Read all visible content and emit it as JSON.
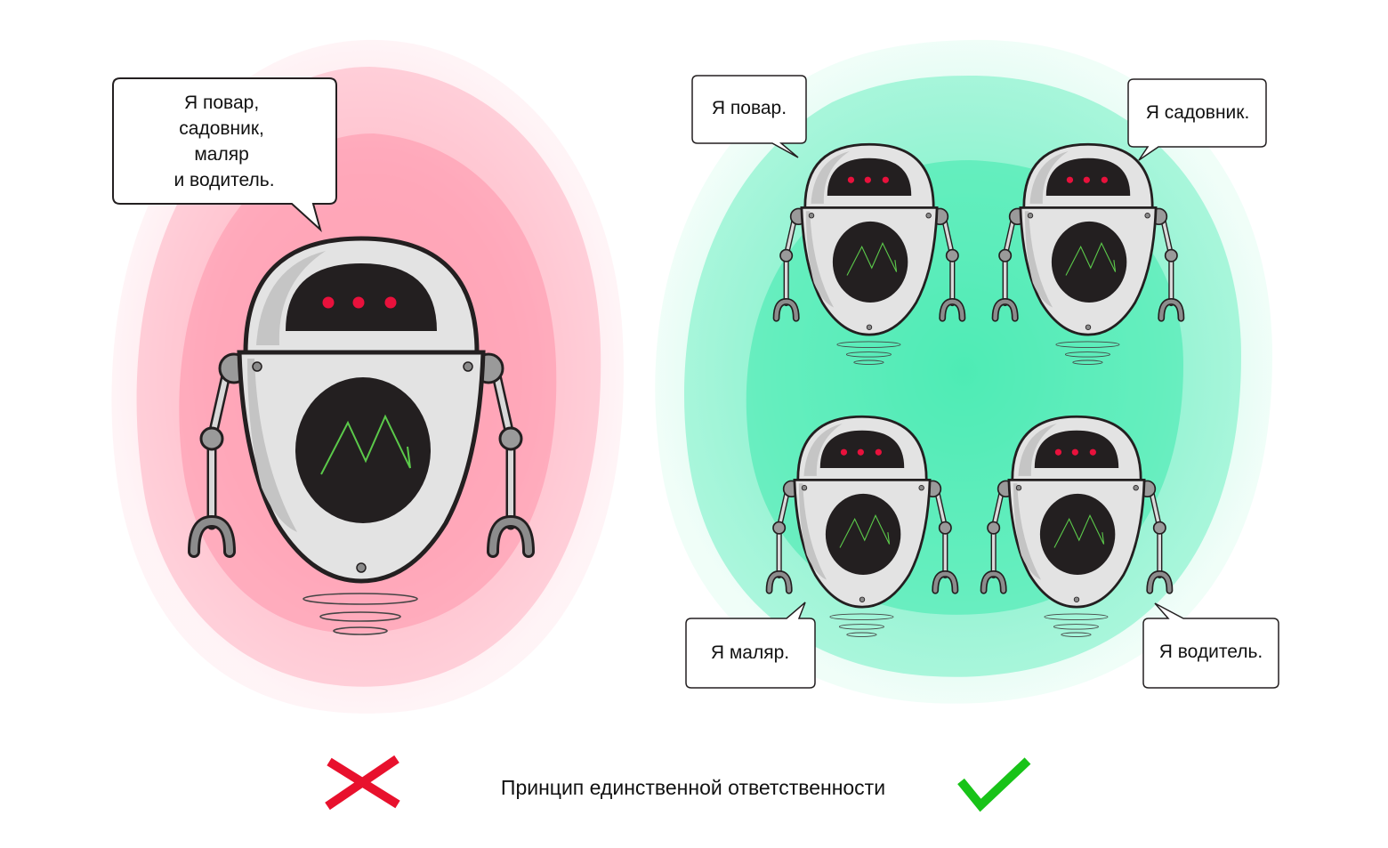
{
  "caption": "Принцип единственной ответственности",
  "colors": {
    "bad_bg": "#ff8fa5",
    "good_bg": "#2ee8a8",
    "cross": "#e8112d",
    "check": "#18c318",
    "robot_body": "#e0e0e0",
    "robot_dark": "#231f20",
    "eye": "#e8113c",
    "wave": "#5bc94a"
  },
  "bad": {
    "icon": "cross-icon",
    "bubble_lines": [
      "Я повар,",
      "садовник,",
      "маляр",
      "и водитель."
    ]
  },
  "good": {
    "icon": "check-icon",
    "robots": [
      {
        "role": "cook",
        "speech": "Я повар."
      },
      {
        "role": "gardener",
        "speech": "Я садовник."
      },
      {
        "role": "painter",
        "speech": "Я маляр."
      },
      {
        "role": "driver",
        "speech": "Я водитель."
      }
    ]
  }
}
